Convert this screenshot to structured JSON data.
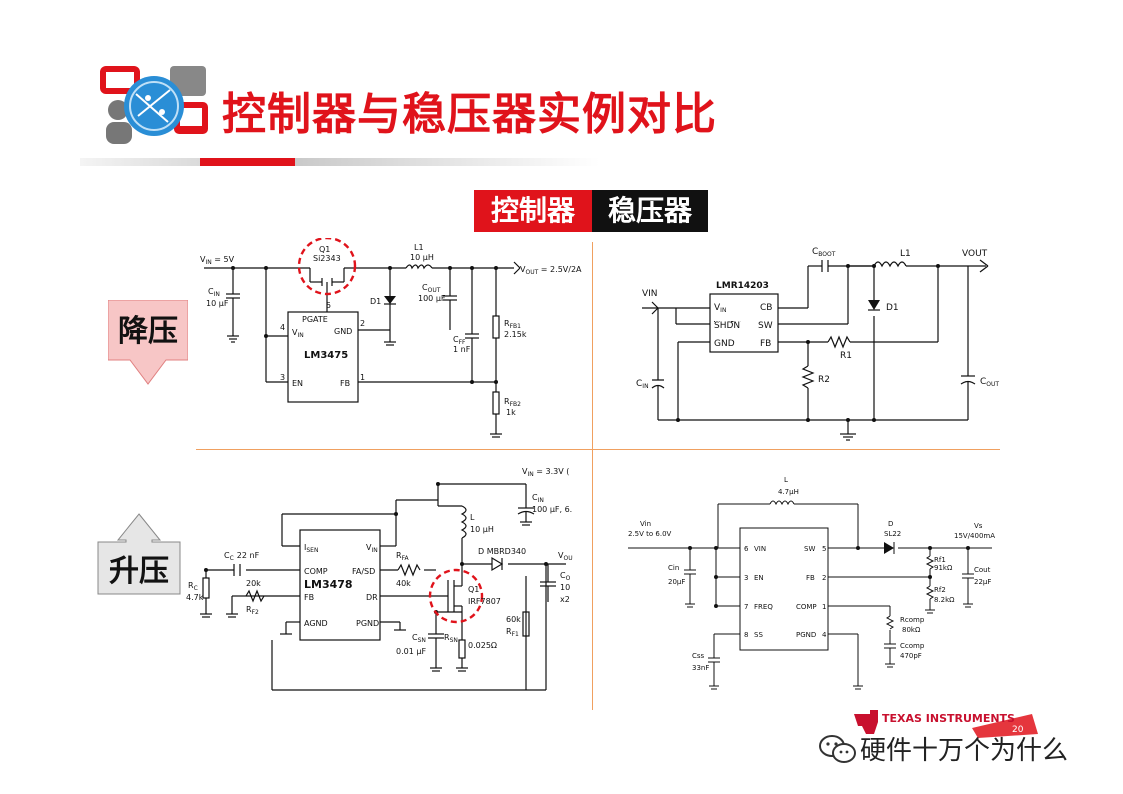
{
  "slide": {
    "title": "控制器与稳压器实例对比",
    "tag_controller": "控制器",
    "tag_regulator": "稳压器",
    "label_buck": "降压",
    "label_boost": "升压",
    "page_number": "20",
    "watermark": "硬件十万个为什么",
    "logo_text": "TEXAS INSTRUMENTS"
  },
  "colors": {
    "accent_red": "#e0131b",
    "pink_label": "#f7c6c6",
    "divider_orange": "#f0a060"
  },
  "buck_controller": {
    "vin": "V",
    "vin_sub": "IN",
    "vin_val": " = 5V",
    "q1": "Q1",
    "q1_part": "Si2343",
    "l1": "L1",
    "l1_val": "10 µH",
    "vout": "V",
    "vout_sub": "OUT",
    "vout_val": " = 2.5V/2A",
    "cin": "C",
    "cin_sub": "IN",
    "cin_val": "10 µF",
    "cout": "C",
    "cout_sub": "OUT",
    "cout_val": "100 µF",
    "d1": "D1",
    "cff": "C",
    "cff_sub": "FF",
    "cff_val": "1 nF",
    "rfb1": "R",
    "rfb1_sub": "FB1",
    "rfb1_val": "2.15k",
    "rfb2": "R",
    "rfb2_sub": "FB2",
    "rfb2_val": "1k",
    "ic": "LM3475",
    "pin_pgate": "PGATE",
    "pin_vin": "V",
    "pin_vin_sub": "IN",
    "pin_gnd": "GND",
    "pin_en": "EN",
    "pin_fb": "FB",
    "p5": "5",
    "p4": "4",
    "p2": "2",
    "p3": "3",
    "p1": "1"
  },
  "buck_regulator": {
    "ic": "LMR14203",
    "vin": "VIN",
    "vout": "VOUT",
    "cboot": "C",
    "cboot_sub": "BOOT",
    "l1": "L1",
    "d1": "D1",
    "r1": "R1",
    "r2": "R2",
    "cin": "C",
    "cin_sub": "IN",
    "cout": "C",
    "cout_sub": "OUT",
    "pin_vin": "V",
    "pin_vin_sub": "IN",
    "pin_shdn": "SHDN",
    "pin_gnd": "GND",
    "pin_cb": "CB",
    "pin_sw": "SW",
    "pin_fb": "FB"
  },
  "boost_controller": {
    "vin": "V",
    "vin_sub": "IN",
    "vin_val": " = 3.3V (",
    "cin": "C",
    "cin_sub": "IN",
    "cin_val": "100 µF, 6.",
    "l": "L",
    "l_val": "10 µH",
    "d": "D MBRD340",
    "vout": "V",
    "vout_sub": "OU",
    "cc": "C",
    "cc_sub": "C",
    "cc_val": "22 nF",
    "r20k": "20k",
    "rc": "R",
    "rc_sub": "C",
    "rc_val": "4.7k",
    "rf2": "R",
    "rf2_sub": "F2",
    "rfa": "R",
    "rfa_sub": "FA",
    "rfa_val": "40k",
    "q1": "Q1",
    "q1_part": "IRF7807",
    "r60k": "60k",
    "rf1": "R",
    "rf1_sub": "F1",
    "csn": "C",
    "csn_sub": "SN",
    "csn_val": "0.01 µF",
    "rsn": "R",
    "rsn_sub": "SN",
    "rsn_val": "0.025Ω",
    "co": "C",
    "co_sub": "O",
    "co_val1": "10",
    "co_val2": "x2",
    "ic": "LM3478",
    "pin_isen": "I",
    "pin_isen_sub": "SEN",
    "pin_vin": "V",
    "pin_vin_sub": "IN",
    "pin_comp": "COMP",
    "pin_fasd": "FA/SD",
    "pin_fb": "FB",
    "pin_dr": "DR",
    "pin_agnd": "AGND",
    "pin_pgnd": "PGND"
  },
  "boost_regulator": {
    "vin": "Vin",
    "vin_val": "2.5V to 6.0V",
    "l": "L",
    "l_val": "4.7µH",
    "d": "D",
    "d_val": "SL22",
    "vs": "Vs",
    "vs_val": "15V/400mA",
    "cin": "Cin",
    "cin_val": "20µF",
    "css": "Css",
    "css_val": "33nF",
    "rf1": "Rf1",
    "rf1_val": "91kΩ",
    "rf2": "Rf2",
    "rf2_val": "8.2kΩ",
    "cout": "Cout",
    "cout_val": "22µF",
    "rcomp": "Rcomp",
    "rcomp_val": "80kΩ",
    "ccomp": "Ccomp",
    "ccomp_val": "470pF",
    "p6": "6",
    "p3": "3",
    "p7": "7",
    "p8": "8",
    "p5": "5",
    "p2": "2",
    "p1": "1",
    "p4": "4",
    "pin_vin": "VIN",
    "pin_en": "EN",
    "pin_freq": "FREQ",
    "pin_ss": "SS",
    "pin_sw": "SW",
    "pin_fb": "FB",
    "pin_comp": "COMP",
    "pin_pgnd": "PGND"
  }
}
